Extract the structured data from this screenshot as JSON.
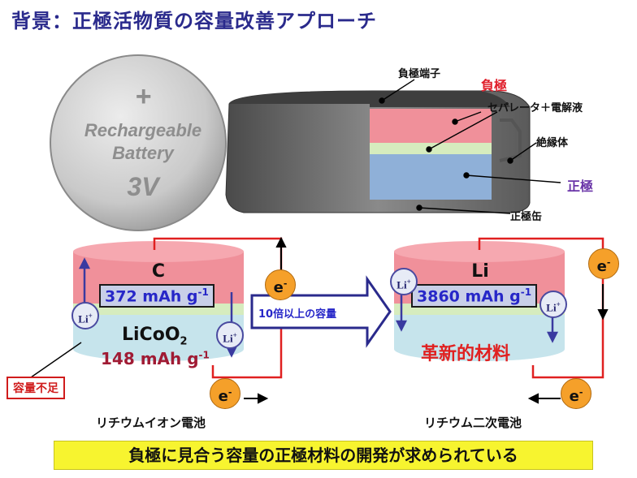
{
  "title": "背景：正極活物質の容量改善アプローチ",
  "coin": {
    "plus": "+",
    "line1": "Rechargeable",
    "line2": "Battery",
    "voltage": "3V"
  },
  "cross_section": {
    "anode_terminal": "負極端子",
    "anode": "負極",
    "separator": "セパレータ＋電解液",
    "insulator": "絶縁体",
    "cathode": "正極",
    "cathode_can": "正極缶"
  },
  "li_ion_cell": {
    "top_material": "C",
    "top_capacity": "372 mAh g",
    "top_capacity_sup": "-1",
    "bottom_material": "LiCoO",
    "bottom_material_sub": "2",
    "bottom_capacity": "148 mAh g",
    "bottom_capacity_sup": "-1",
    "ion_label": "Li",
    "ion_sup": "+",
    "electron_label": "e",
    "electron_sup": "-",
    "shortage": "容量不足",
    "caption": "リチウムイオン電池"
  },
  "transition_arrow": "10倍以上の容量",
  "li_secondary_cell": {
    "top_material": "Li",
    "top_capacity": "3860 mAh g",
    "top_capacity_sup": "-1",
    "bottom_material": "革新的材料",
    "ion_label": "Li",
    "ion_sup": "+",
    "electron_label": "e",
    "electron_sup": "-",
    "caption": "リチウム二次電池"
  },
  "banner": "負極に見合う容量の正極材料の開発が求められている",
  "colors": {
    "title": "#2a2a8c",
    "anode_layer": "#f0909a",
    "separator_layer": "#d6ecbe",
    "cathode_layer": "#c6e4ec",
    "circuit": "#e02020",
    "electron": "#f5a02a",
    "banner": "#f7f42f"
  }
}
